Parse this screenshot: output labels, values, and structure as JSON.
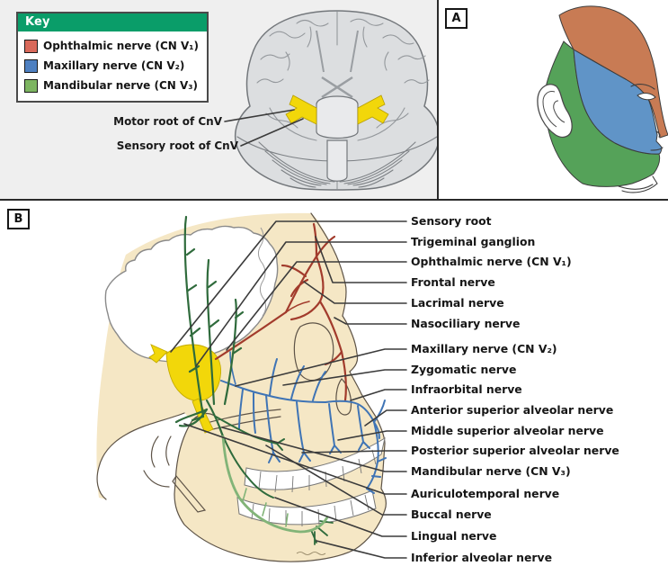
{
  "key_panel": {
    "title": "Key",
    "header_color": "#0a9d69",
    "items": [
      {
        "id": "ophthalmic",
        "label": "Ophthalmic nerve (CN V₁)",
        "color": "#d9695a"
      },
      {
        "id": "maxillary",
        "label": "Maxillary nerve (CN V₂)",
        "color": "#4e80c1"
      },
      {
        "id": "mandibular",
        "label": "Mandibular nerve (CN V₃)",
        "color": "#7db561"
      }
    ],
    "brain_labels": [
      {
        "text": "Motor root of CnV"
      },
      {
        "text": "Sensory root of CnV"
      }
    ]
  },
  "panel_a": {
    "tag": "A",
    "region_colors": {
      "ophthalmic": "#c87b54",
      "maxillary": "#6094c7",
      "mandibular": "#55a259"
    }
  },
  "panel_b": {
    "tag": "B",
    "labels": [
      {
        "text": "Sensory root"
      },
      {
        "text": "Trigeminal ganglion"
      },
      {
        "text": "Ophthalmic nerve (CN V₁)"
      },
      {
        "text": "Frontal nerve"
      },
      {
        "text": "Lacrimal nerve"
      },
      {
        "text": "Nasociliary nerve"
      },
      {
        "text": "Maxillary nerve (CN V₂)"
      },
      {
        "text": "Zygomatic nerve"
      },
      {
        "text": "Infraorbital nerve"
      },
      {
        "text": "Anterior superior alveolar nerve"
      },
      {
        "text": "Middle superior alveolar nerve"
      },
      {
        "text": "Posterior superior alveolar nerve"
      },
      {
        "text": "Mandibular nerve (CN V₃)"
      },
      {
        "text": "Auriculotemporal nerve"
      },
      {
        "text": "Buccal nerve"
      },
      {
        "text": "Lingual nerve"
      },
      {
        "text": "Inferior alveolar nerve"
      }
    ]
  },
  "illustration_colors": {
    "ganglion_yellow": "#f2d70a",
    "ophthalmic_red": "#a23b2c",
    "maxillary_blue": "#3f74b5",
    "mandibular_green": "#2f6b3c",
    "mandibular_light_green": "#82b478",
    "bone": "#f5e7c5",
    "brain_gray": "#dcdee0"
  }
}
